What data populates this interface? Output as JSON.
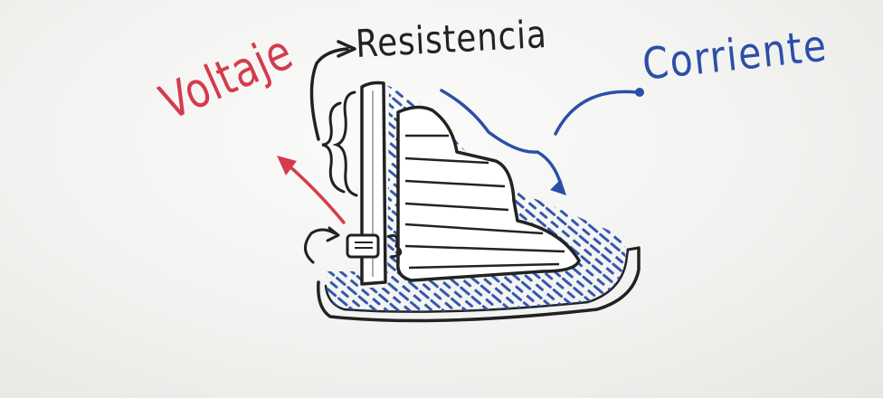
{
  "labels": {
    "resistencia": "Resistencia",
    "voltaje": "Voltaje",
    "corriente": "Corriente"
  },
  "colors": {
    "board": "#f4f4f2",
    "ink_black": "#222222",
    "ink_red": "#d43c4d",
    "ink_blue": "#2b4fa8"
  }
}
